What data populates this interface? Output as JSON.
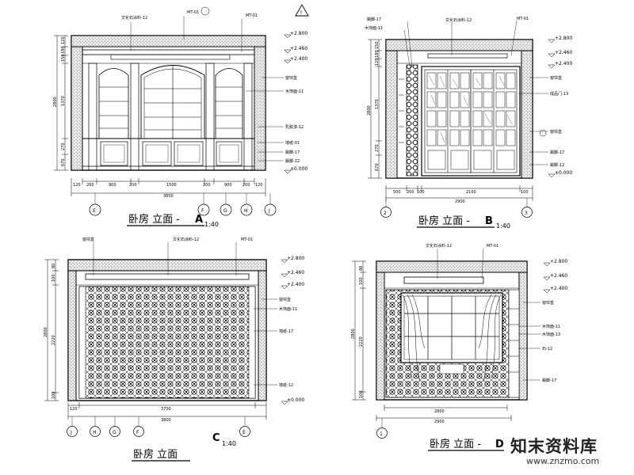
{
  "warning_mark": "!",
  "panel_a": {
    "title": "卧房 立面 -",
    "letter": "A",
    "scale": "1:40",
    "mat_top_a": "文化石涂料-12",
    "mat_top_b": "MT-01",
    "mat_top_c": "MT-01",
    "mat_right": [
      "窗帘盒",
      "木饰面-11",
      "乳胶漆-12",
      "墙纸-01",
      "踢脚-17",
      "踢脚-12"
    ],
    "elev": [
      "+2.800",
      "+2.460",
      "+2.400",
      "±0.000"
    ],
    "dim_left": [
      "120",
      "180",
      "150",
      "1370",
      "270",
      "670",
      "2800"
    ],
    "dim_bottom": [
      "120",
      "200",
      "900",
      "200",
      "1500",
      "200",
      "900",
      "200",
      "120"
    ],
    "total": "3800",
    "axes": [
      "E",
      "F",
      "G",
      "H",
      "J"
    ]
  },
  "panel_b": {
    "title": "卧房 立面 -",
    "letter": "B",
    "scale": "1:40",
    "mat_top_a": "踢脚-17",
    "mat_top_b": "木饰面-11",
    "mat_top_c": "文化石涂料-12",
    "mat_top_d": "MT-01",
    "mat_right": [
      "窗帘盒",
      "成品门-13",
      "窗帘盒",
      "踢脚-17",
      "踢脚-12"
    ],
    "elev": [
      "+2.800",
      "+2.460",
      "+2.400",
      "±0.000"
    ],
    "dim_left": [
      "150",
      "180",
      "120",
      "1370",
      "270",
      "670",
      "2800"
    ],
    "dim_bottom": [
      "500",
      "200",
      "100",
      "2100",
      "100"
    ],
    "total": "2900",
    "axes": [
      "2",
      "3"
    ]
  },
  "panel_c": {
    "title": "卧房 立面",
    "letter": "C",
    "scale": "1:40",
    "mat_top_a": "窗帘盒",
    "mat_top_b": "文化石涂料-12",
    "mat_top_c": "MT-01",
    "mat_right": [
      "窗帘盒",
      "木饰面-11",
      "墙纸-17",
      "墙纸-12"
    ],
    "elev": [
      "+2.800",
      "+2.460",
      "+2.400",
      "±0.000"
    ],
    "dim_left": [
      "80",
      "100",
      "2800",
      "2220",
      "100"
    ],
    "dim_bottom": [
      "120",
      "3700"
    ],
    "total": "3800",
    "axes": [
      "J",
      "H",
      "G",
      "F",
      "E"
    ]
  },
  "panel_d": {
    "title": "卧房 立面 -",
    "letter": "D",
    "scale": "",
    "mat_top_a": "文化石涂料-12",
    "mat_top_b": "MT-01",
    "mat_right": [
      "窗帘盒",
      "木饰面-11",
      "木饰面-13",
      "石-12",
      "踢脚-17"
    ],
    "elev": [
      "+2.800",
      "+2.460",
      "+2.400"
    ],
    "dim_left": [
      "80",
      "100",
      "2800",
      "2220",
      "100"
    ],
    "dim_bottom": [
      "2800",
      "2900"
    ],
    "axes": [
      "1"
    ]
  },
  "watermark": {
    "name": "知末资料库",
    "url": "www.znzmo.com"
  }
}
